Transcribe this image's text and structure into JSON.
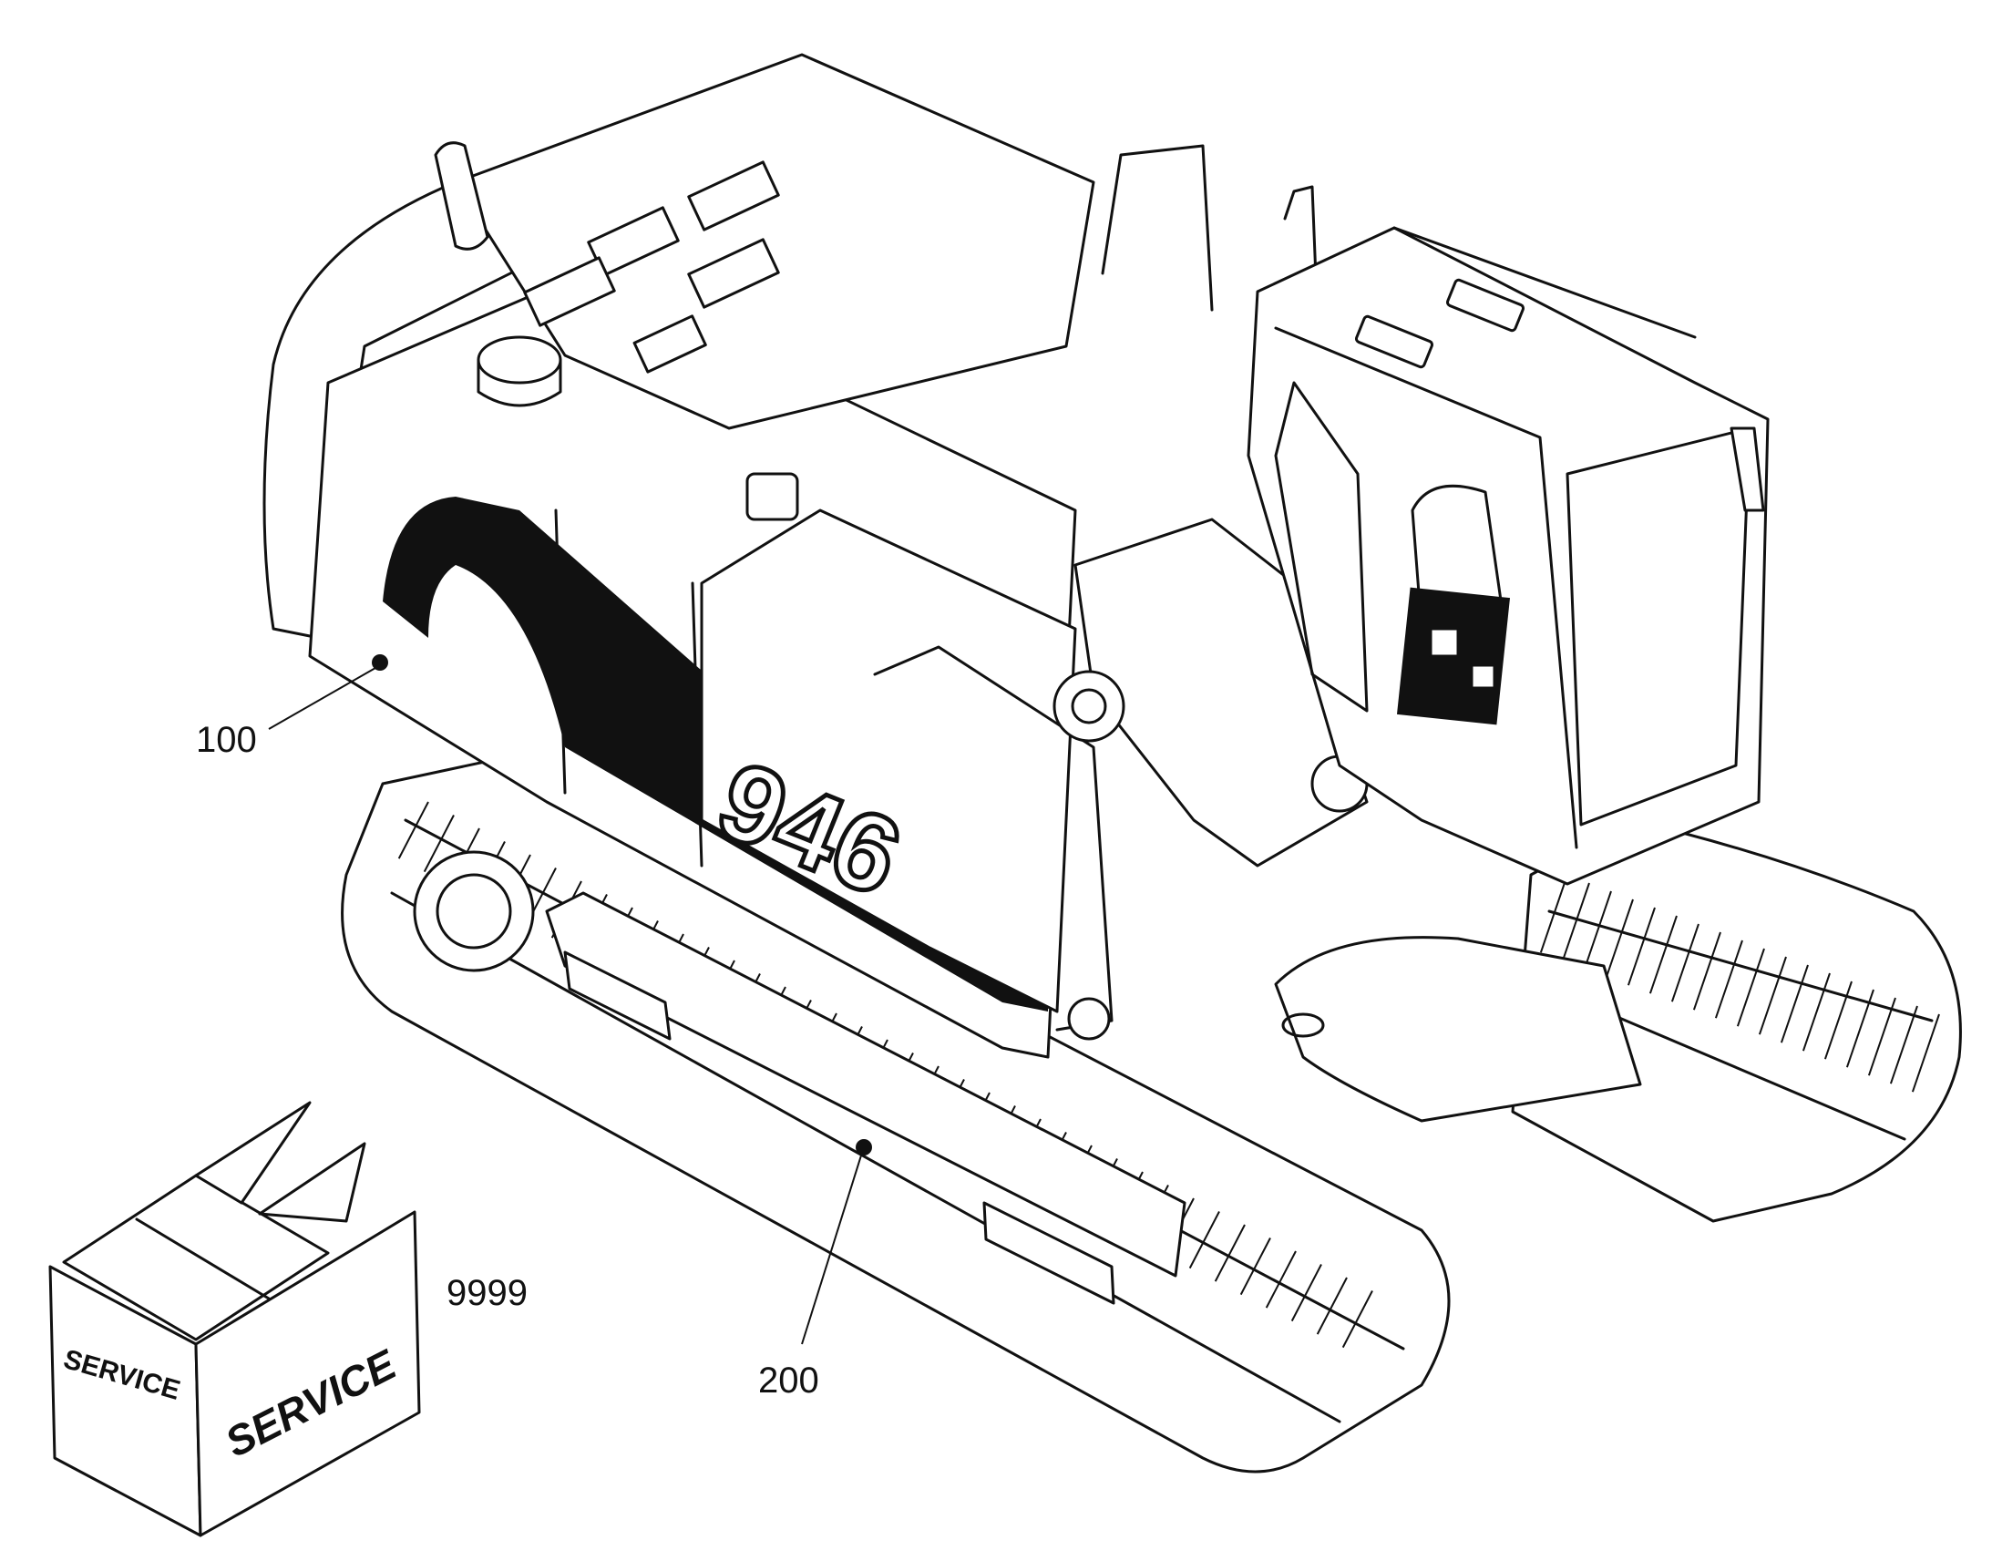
{
  "callouts": [
    {
      "id": "100",
      "label": "100"
    },
    {
      "id": "200",
      "label": "200"
    },
    {
      "id": "9999",
      "label": "9999"
    }
  ],
  "machine": {
    "model_marking": "946"
  },
  "service_box": {
    "front_text": "SERVICE",
    "side_text": "SERVICE"
  },
  "colors": {
    "line": "#111111",
    "background": "#ffffff"
  }
}
